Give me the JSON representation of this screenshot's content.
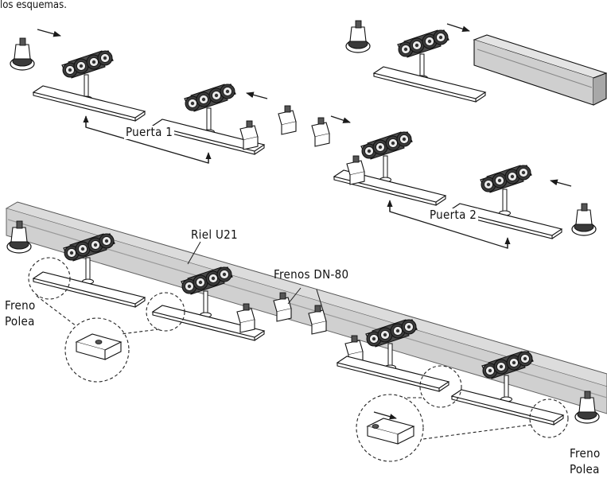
{
  "caption": "los esquemas.",
  "labels": {
    "door1": "Puerta 1",
    "door2": "Puerta 2",
    "rail": "Riel U21",
    "brakes": "Frenos DN-80",
    "pulley_brake_left_1": "Freno",
    "pulley_brake_left_2": "Polea",
    "pulley_brake_right_1": "Freno",
    "pulley_brake_right_2": "Polea"
  },
  "colors": {
    "line": "#1a1a1a",
    "rail_fill": "#d0d0d0",
    "rail_dark": "#9a9a9a",
    "part_fill": "#ffffff",
    "wheel": "#2b2b2b"
  }
}
